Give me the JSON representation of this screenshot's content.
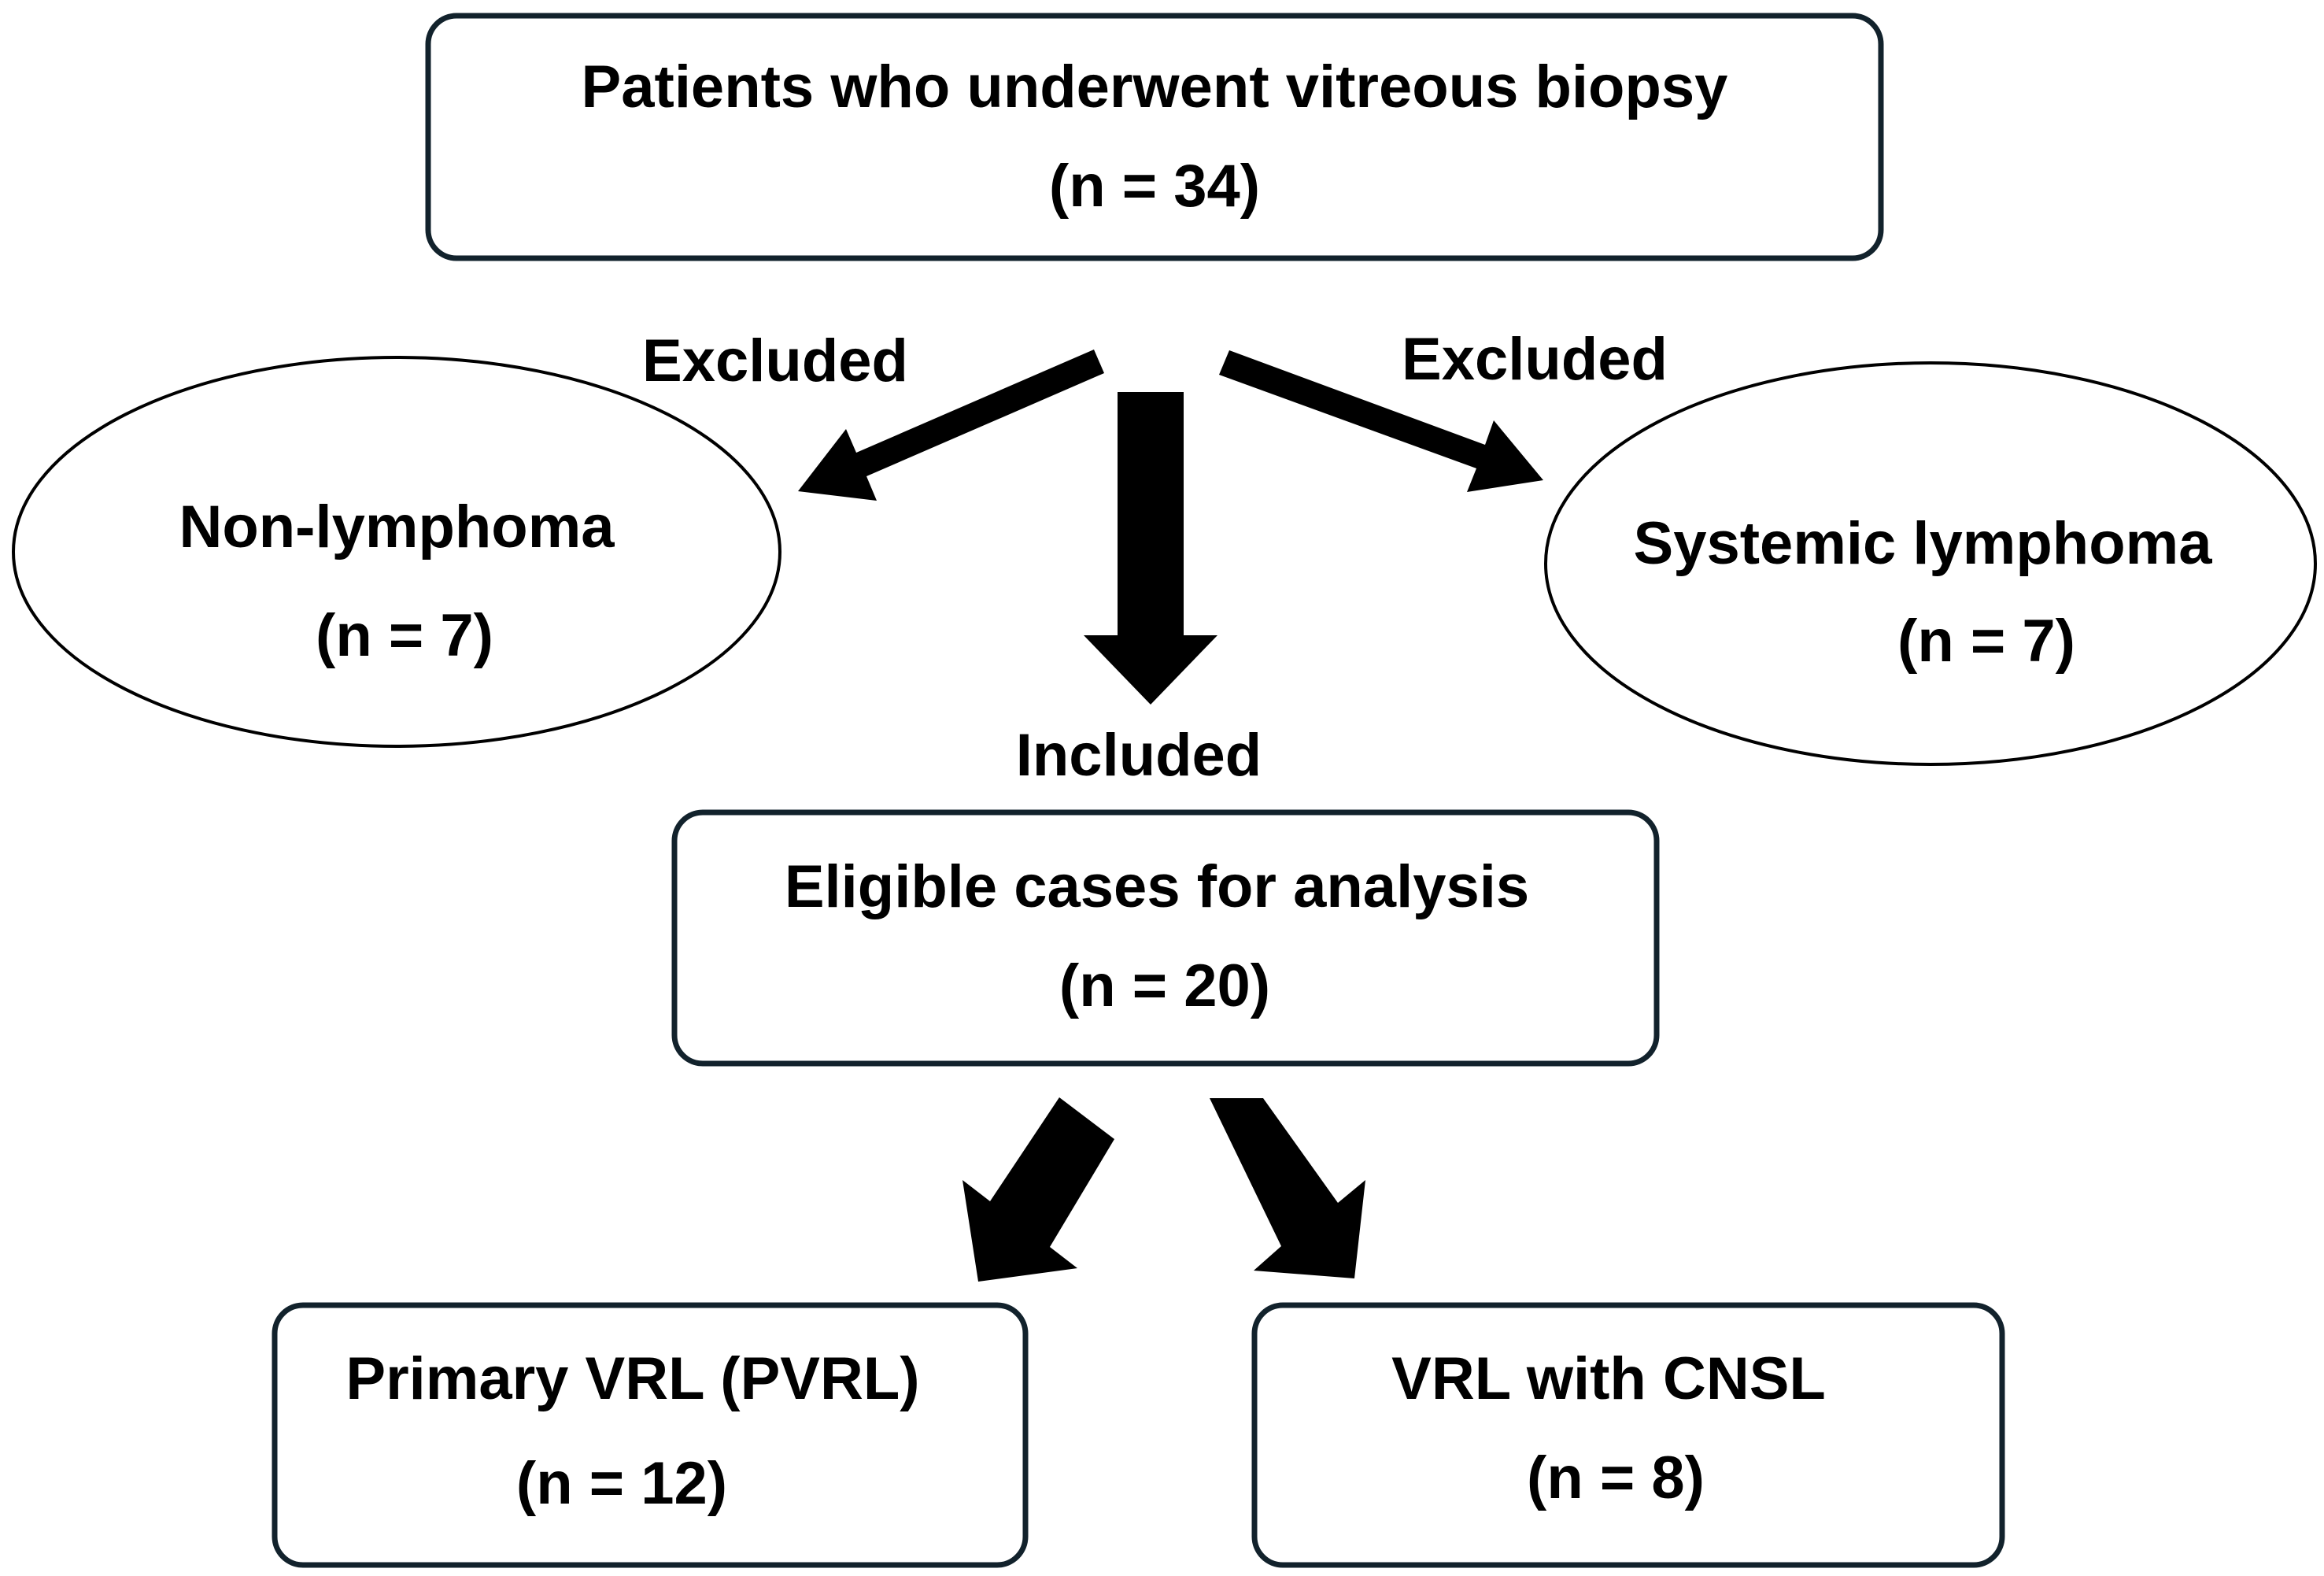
{
  "colors": {
    "box_border": "#12222c",
    "ellipse_border": "#000000",
    "arrow_fill": "#000000",
    "text": "#000000",
    "background": "#ffffff"
  },
  "nodes": {
    "top": {
      "line1": "Patients who underwent vitreous biopsy",
      "line2": "(n = 34)"
    },
    "left": {
      "line1": "Non-lymphoma",
      "line2": "(n = 7)"
    },
    "right": {
      "line1": "Systemic lymphoma",
      "line2": "(n = 7)"
    },
    "middle": {
      "line1": "Eligible cases for analysis",
      "line2": "(n = 20)"
    },
    "bottom_left": {
      "line1": "Primary VRL (PVRL)",
      "line2": "(n = 12)"
    },
    "bottom_right": {
      "line1": "VRL with CNSL",
      "line2": "(n = 8)"
    }
  },
  "edges": {
    "excluded_left": "Excluded",
    "excluded_right": "Excluded",
    "included": "Included"
  }
}
